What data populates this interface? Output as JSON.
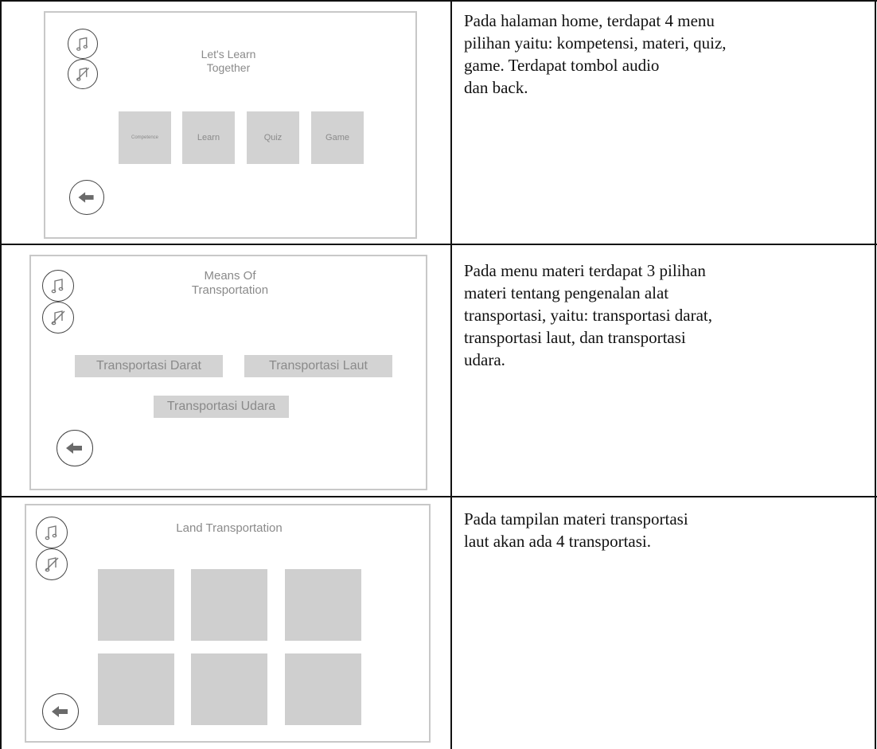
{
  "rows": [
    {
      "screen": {
        "title": "Let's Learn\nTogether",
        "audio_icon": "music-note-icon",
        "mute_icon": "music-mute-icon",
        "back_icon": "back-arrow-icon",
        "menu": [
          "Competence",
          "Learn",
          "Quiz",
          "Game"
        ]
      },
      "description": "Pada halaman home, terdapat 4 menu\npilihan yaitu: kompetensi, materi, quiz,\ngame. Terdapat tombol audio\ndan back."
    },
    {
      "screen": {
        "title": "Means Of\nTransportation",
        "audio_icon": "music-note-icon",
        "mute_icon": "music-mute-icon",
        "back_icon": "back-arrow-icon",
        "options": [
          "Transportasi Darat",
          "Transportasi Laut",
          "Transportasi Udara"
        ]
      },
      "description": "Pada menu materi terdapat 3 pilihan\nmateri tentang pengenalan alat\ntransportasi, yaitu: transportasi darat,\ntransportasi laut, dan transportasi\nudara."
    },
    {
      "screen": {
        "title": "Land Transportation",
        "audio_icon": "music-note-icon",
        "mute_icon": "music-mute-icon",
        "back_icon": "back-arrow-icon",
        "grid_count": 6
      },
      "description": "Pada tampilan materi transportasi\nlaut akan ada 4 transportasi."
    }
  ],
  "colors": {
    "frame_border": "#c8c8c8",
    "tile_fill": "#d2d2d2",
    "mock_text": "#8a8a8a",
    "table_line": "#111111"
  }
}
